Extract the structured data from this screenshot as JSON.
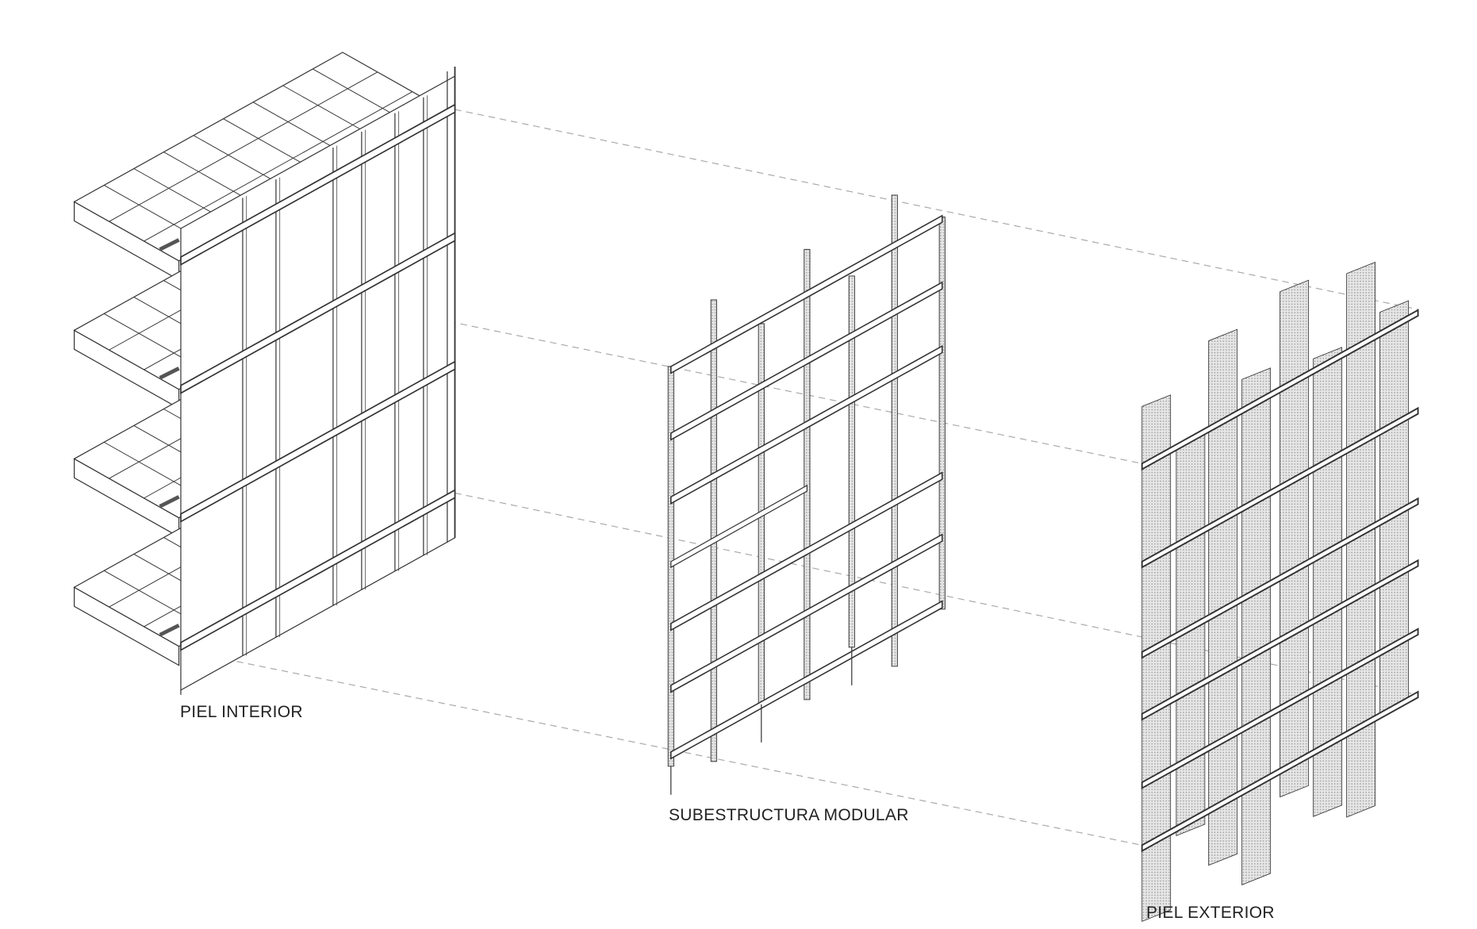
{
  "labels": {
    "inner_skin": "PIEL INTERIOR",
    "substructure": "SUBESTRUCTURA MODULAR",
    "outer_skin": "PIEL EXTERIOR"
  },
  "colors": {
    "line": "#333333",
    "dashed": "#aaaaaa",
    "panel_fill": "#dedede"
  }
}
